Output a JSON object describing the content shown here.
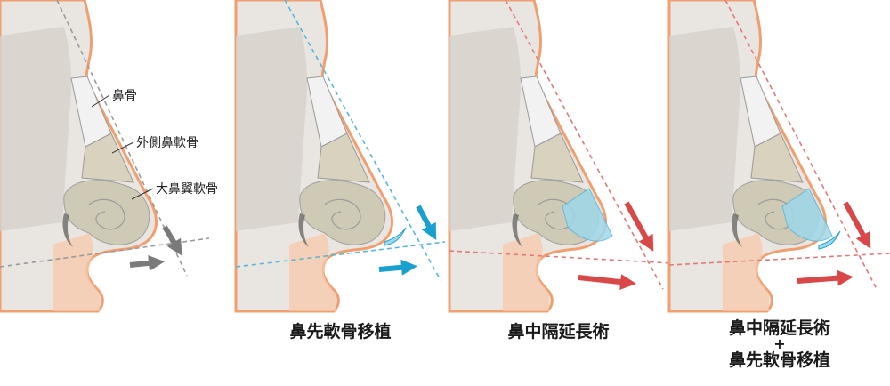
{
  "labels": {
    "nasal_bone": "鼻骨",
    "lateral_cartilage": "外側鼻軟骨",
    "alar_cartilage": "大鼻翼軟骨"
  },
  "captions": {
    "tip_graft": "鼻先軟骨移植",
    "septal_extension": "鼻中隔延長術",
    "combined_line1": "鼻中隔延長術",
    "combined_plus": "+",
    "combined_line2": "鼻先軟骨移植"
  },
  "colors": {
    "skin_fill": "#e9e6e1",
    "skin_outline": "#f0a070",
    "bone": "#d6d2cb",
    "nasal_bone": "#f2f2f2",
    "cartilage": "#d8d2bf",
    "soft_tissue": "#f5c8a8",
    "graft": "#9fd8ea",
    "gray_guide": "#9a9a9a",
    "blue_guide": "#58b6d8",
    "red_guide": "#e07a7a",
    "gray_arrow": "#7a7a7a",
    "blue_arrow": "#1aa0cf",
    "red_arrow": "#d94848"
  }
}
